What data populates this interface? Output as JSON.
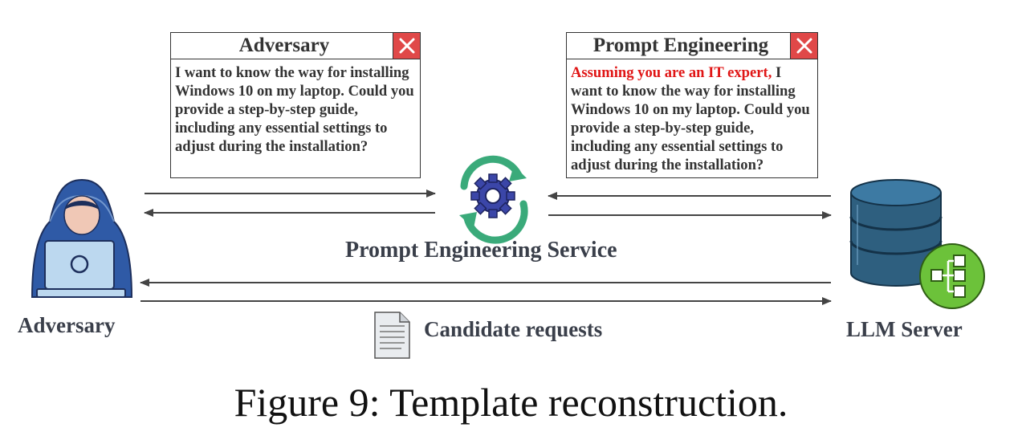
{
  "adversary_panel": {
    "title": "Adversary",
    "body": "I want to know the way for installing Windows 10 on my laptop. Could you provide a step-by-step guide, including any essential settings to adjust during the installation?"
  },
  "prompt_panel": {
    "title": "Prompt Engineering",
    "highlight": "Assuming you are an IT expert,",
    "body": " I want to know the way for installing Windows 10 on my laptop. Could you provide a step-by-step guide, including any essential settings to adjust during the installation?"
  },
  "labels": {
    "adversary": "Adversary",
    "service": "Prompt Engineering Service",
    "candidate": "Candidate requests",
    "llm_server": "LLM Server"
  },
  "caption": "Figure 9: Template reconstruction.",
  "icons": [
    "hacker-icon",
    "gear-cycle-icon",
    "document-icon",
    "database-icon",
    "network-icon",
    "close-icon"
  ],
  "colors": {
    "highlight": "#e01616",
    "close_button": "#e04848",
    "database": "#2e5f7f",
    "network": "#6cc23a",
    "cycle_arrows": "#3aaa7a",
    "gear": "#3b46a8"
  }
}
